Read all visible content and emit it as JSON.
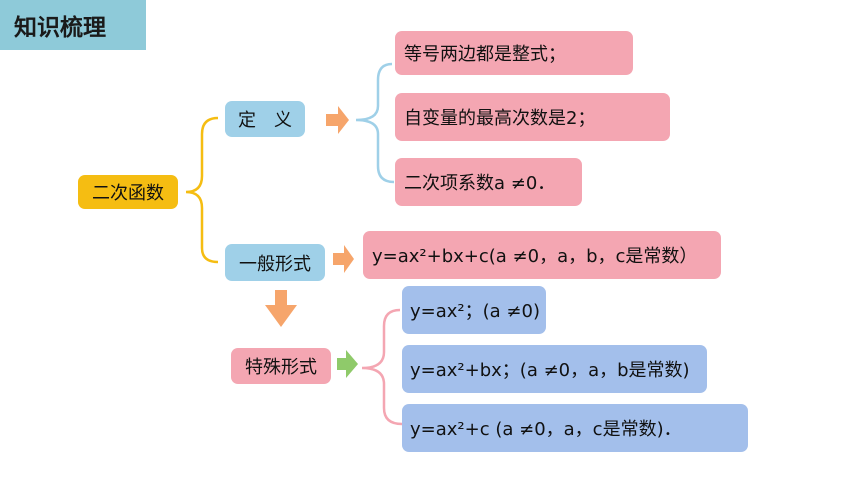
{
  "header": {
    "title": "知识梳理"
  },
  "nodes": {
    "root": "二次函数",
    "definition": "定　义",
    "general": "一般形式",
    "special": "特殊形式"
  },
  "definition_items": [
    "等号两边都是整式；",
    "自变量的最高次数是2；",
    "二次项系数a ≠0．"
  ],
  "general_formula": "y=ax²+bx+c(a ≠0，a，b，c是常数）",
  "special_items": [
    "y=ax²；(a ≠0)",
    "y=ax²+bx；(a ≠0，a，b是常数)",
    "y=ax²+c (a ≠0，a，c是常数)．"
  ],
  "colors": {
    "title_bar": "#8ecad9",
    "root_box": "#f5bd12",
    "definition_box": "#9fd0e8",
    "pink_box": "#f4a6b2",
    "blue_box": "#a3bfeb",
    "arrow_orange": "#f6a56b",
    "arrow_green": "#8fca6a",
    "brace_yellow": "#f5bd12",
    "brace_blue": "#9fd0e8",
    "brace_pink": "#f4a6b2"
  }
}
